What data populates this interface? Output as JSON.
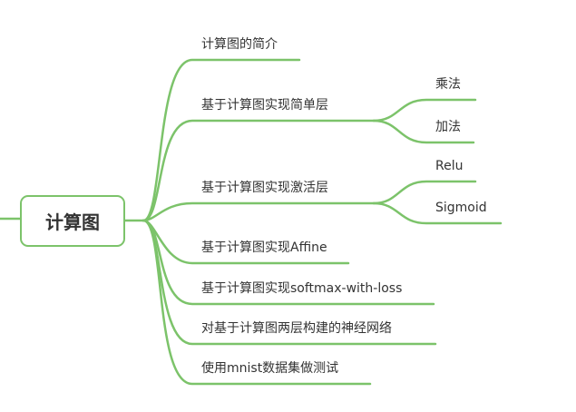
{
  "colors": {
    "branch": "#7cc36a",
    "text": "#333333",
    "background": "#ffffff"
  },
  "root": {
    "label": "计算图"
  },
  "branches": [
    {
      "label": "计算图的简介"
    },
    {
      "label": "基于计算图实现简单层",
      "children": [
        {
          "label": "乘法"
        },
        {
          "label": "加法"
        }
      ]
    },
    {
      "label": "基于计算图实现激活层",
      "children": [
        {
          "label": "Relu"
        },
        {
          "label": "Sigmoid"
        }
      ]
    },
    {
      "label": "基于计算图实现Affine"
    },
    {
      "label": "基于计算图实现softmax-with-loss"
    },
    {
      "label": "对基于计算图两层构建的神经网络"
    },
    {
      "label": "使用mnist数据集做测试"
    }
  ]
}
